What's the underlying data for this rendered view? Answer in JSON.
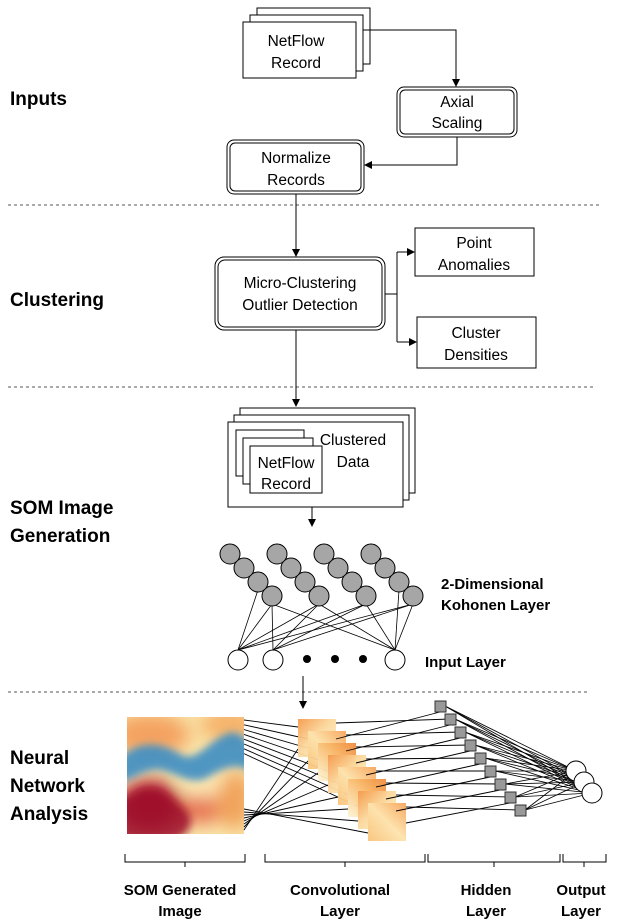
{
  "sections": {
    "inputs": "Inputs",
    "clustering": "Clustering",
    "som_line1": "SOM Image",
    "som_line2": "Generation",
    "nn_line1": "Neural",
    "nn_line2": "Network",
    "nn_line3": "Analysis"
  },
  "inputs": {
    "netflow_line1": "NetFlow",
    "netflow_line2": "Record",
    "axial_line1": "Axial",
    "axial_line2": "Scaling",
    "normalize_line1": "Normalize",
    "normalize_line2": "Records"
  },
  "clustering": {
    "micro_line1": "Micro-Clustering",
    "micro_line2": "Outlier Detection",
    "point_line1": "Point",
    "point_line2": "Anomalies",
    "cluster_line1": "Cluster",
    "cluster_line2": "Densities"
  },
  "som": {
    "clustered_line1": "Clustered",
    "clustered_line2": "Data",
    "record_line1": "NetFlow",
    "record_line2": "Record",
    "kohonen_line1": "2-Dimensional",
    "kohonen_line2": "Kohonen Layer",
    "input_layer": "Input Layer"
  },
  "nn": {
    "som_image_line1": "SOM Generated",
    "som_image_line2": "Image",
    "conv_line1": "Convolutional",
    "conv_line2": "Layer",
    "hidden_line1": "Hidden",
    "hidden_line2": "Layer",
    "output_line1": "Output",
    "output_line2": "Layer"
  },
  "colors": {
    "line": "#000000",
    "divider": "#555555",
    "kohonen_node": "#a6a6a6",
    "hidden_node": "#999999"
  }
}
